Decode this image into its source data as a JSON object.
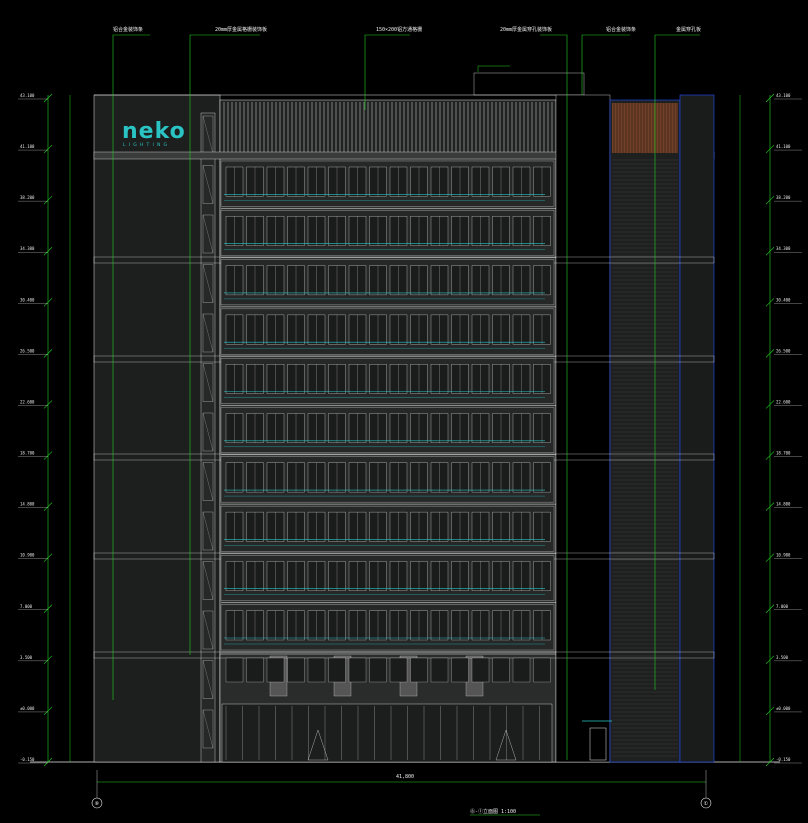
{
  "drawing": {
    "logo_main": "neko",
    "logo_sub": "LIGHTING",
    "floors": 10,
    "total_width_label": "41,800",
    "title": "⑧-①立面图 1:100",
    "axis_left": "⑧",
    "axis_right": "①"
  },
  "callouts": [
    "铝合金装饰条",
    "20mm厚金属格栅装饰板",
    "150×200铝方通格栅",
    "20mm厚金属穿孔装饰板",
    "铝合金装饰条",
    "金属穿孔板"
  ],
  "levels_left": [
    "43.100",
    "41.100",
    "38.200",
    "34.300",
    "30.400",
    "26.500",
    "22.600",
    "18.700",
    "14.800",
    "10.900",
    "7.000",
    "3.500",
    "±0.000",
    "-0.150"
  ],
  "levels_right": [
    "43.100",
    "41.100",
    "38.200",
    "34.300",
    "30.400",
    "26.500",
    "22.600",
    "18.700",
    "14.800",
    "10.900",
    "7.000",
    "3.500",
    "±0.000",
    "-0.150"
  ],
  "colors": {
    "background": "#000000",
    "building_fill": "#2e2f2f",
    "dim_line": "#20d020",
    "accent_cyan": "#2bc4c4",
    "blue_edge": "#2050ff",
    "white_line": "#e8e8e8",
    "orange_panel": "#a05530"
  }
}
